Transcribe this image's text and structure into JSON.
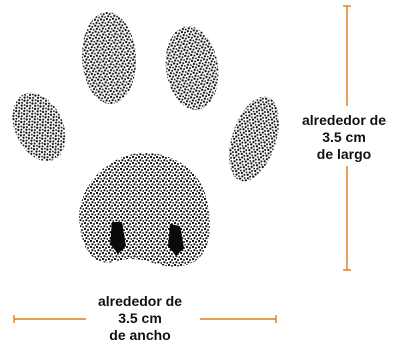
{
  "colors": {
    "dimension_line": "#e07b1f",
    "ink": "#0a0a0a",
    "paper": "#ffffff"
  },
  "length_label": {
    "line1": "alrededor de",
    "line2": "3.5 cm",
    "line3": "de largo"
  },
  "width_label": {
    "line1": "alrededor de",
    "line2": "3.5 cm",
    "line3": "de ancho"
  }
}
